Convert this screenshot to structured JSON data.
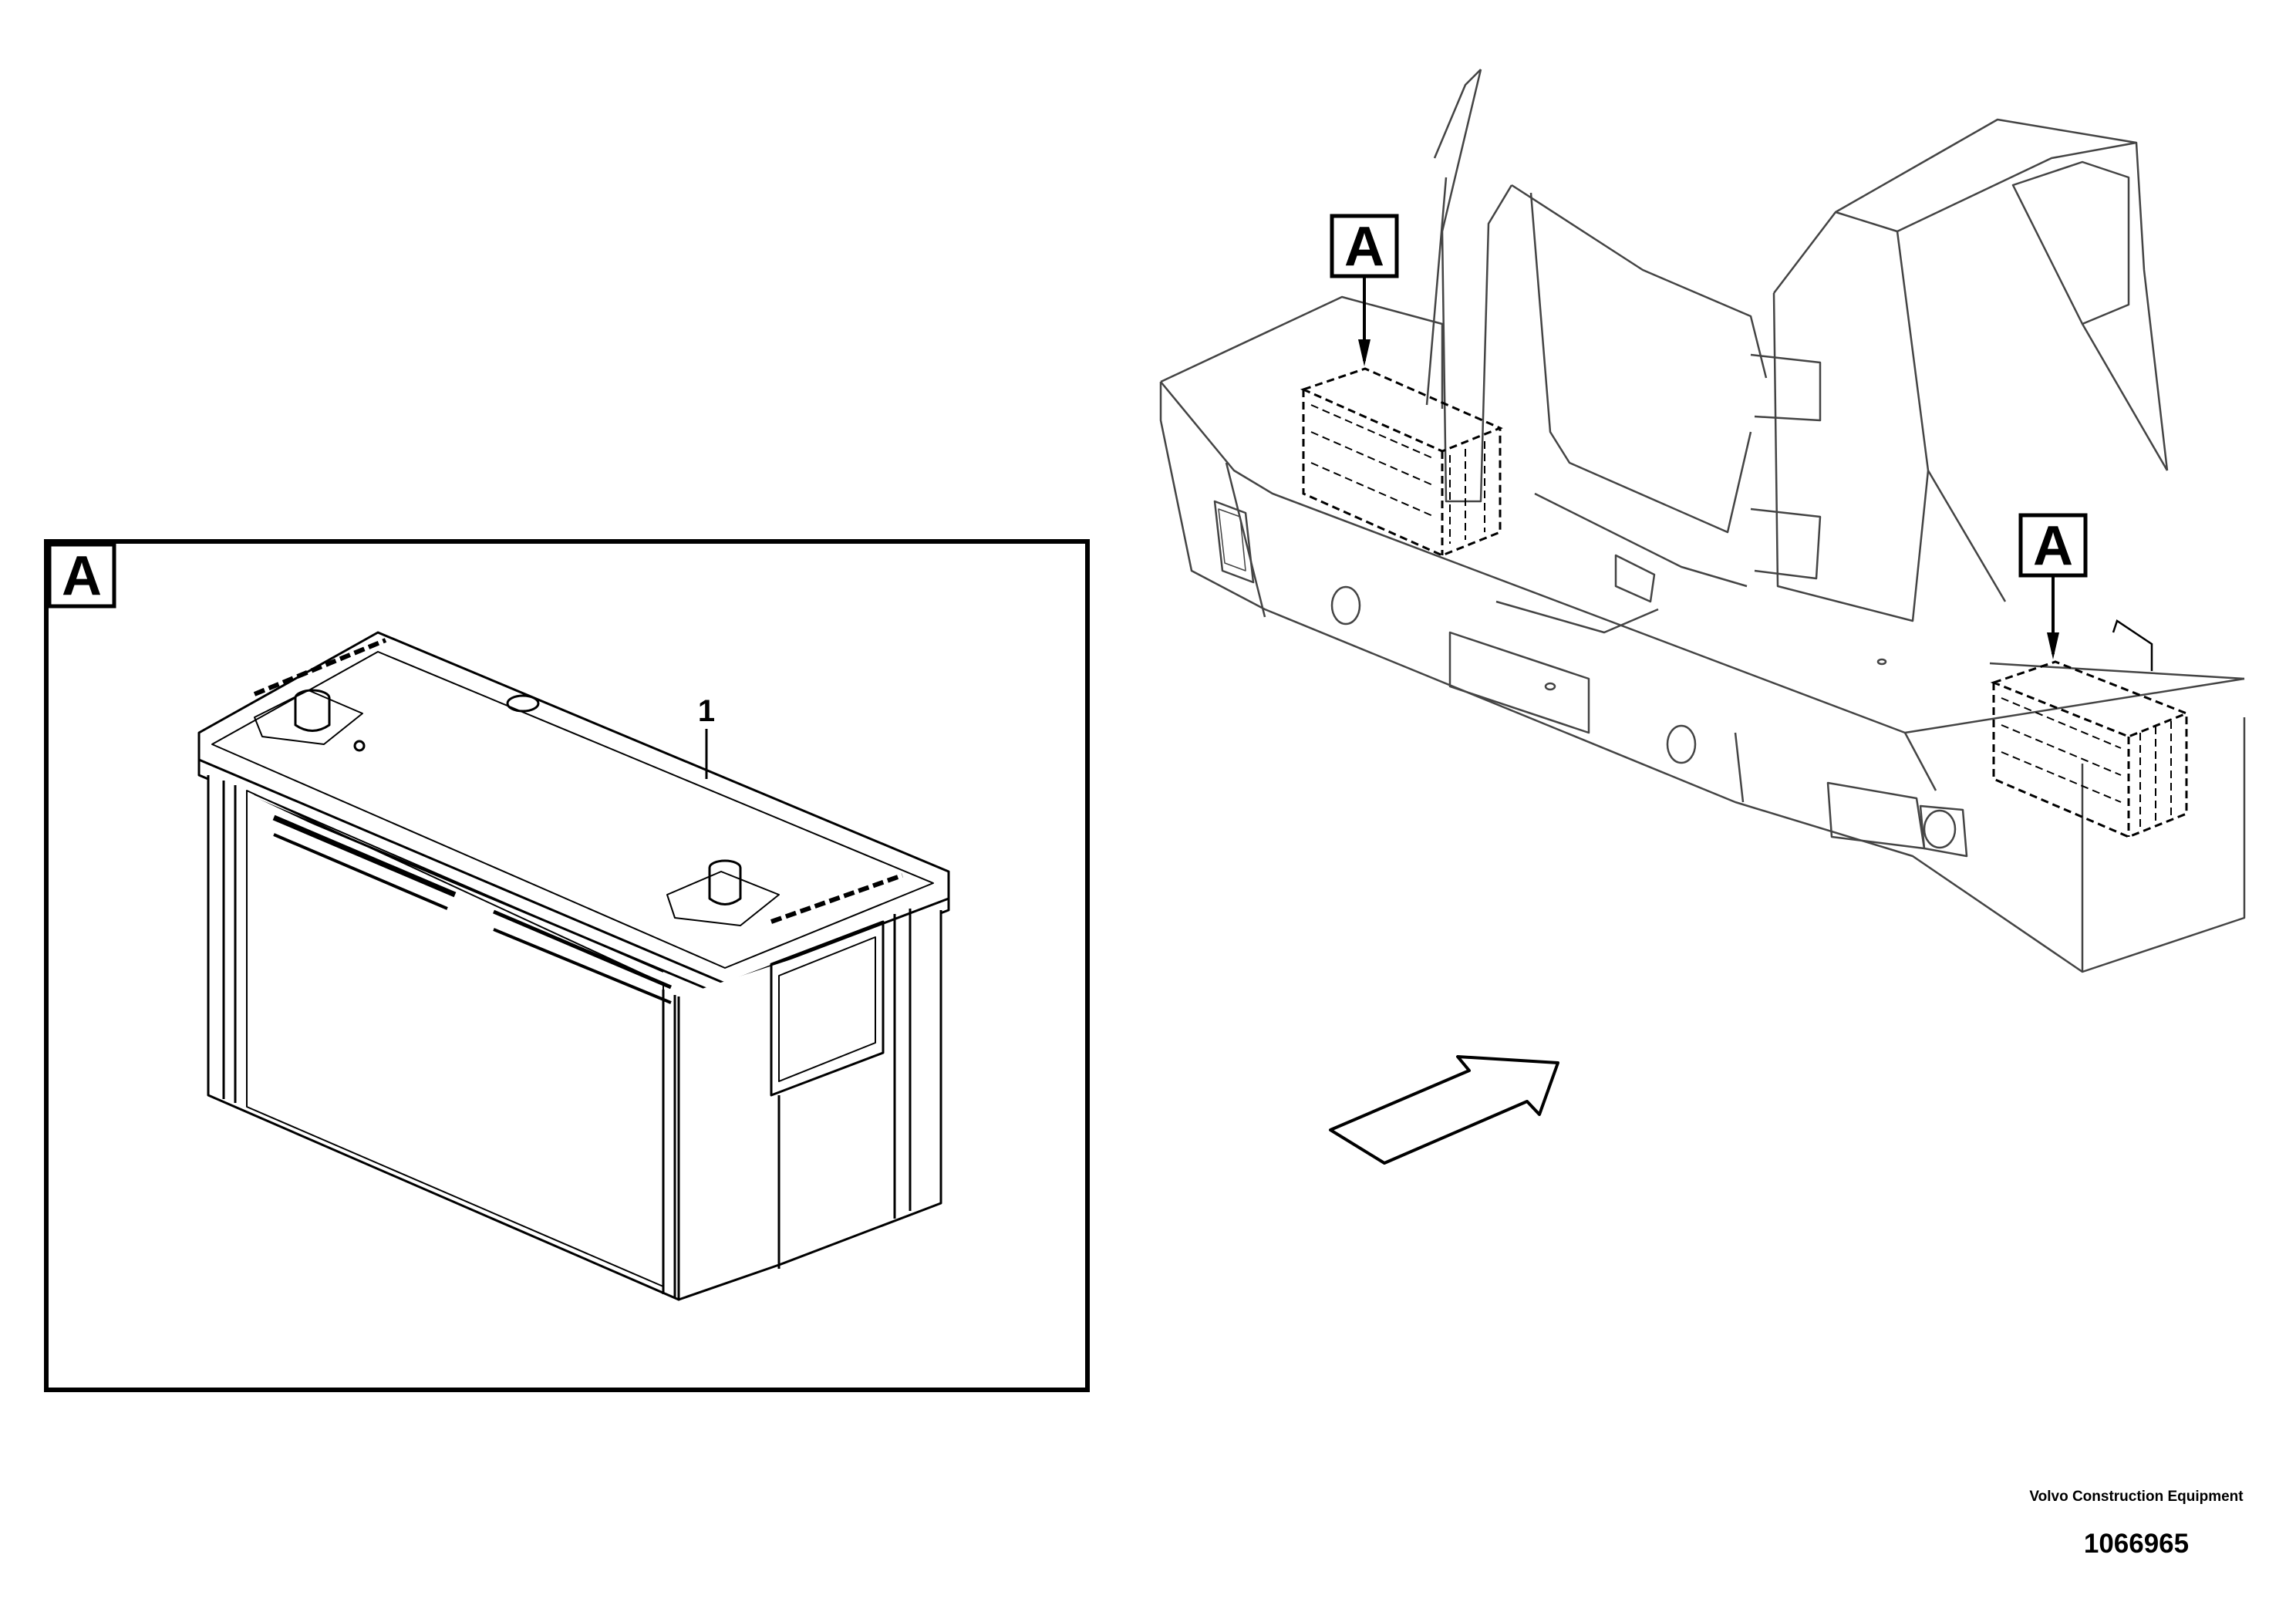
{
  "callouts": {
    "detail_label": "A",
    "left_battery_label": "A",
    "right_battery_label": "A"
  },
  "parts": {
    "battery_item_number": "1"
  },
  "footer": {
    "company_line": "Volvo Construction Equipment",
    "drawing_number": "1066965"
  }
}
